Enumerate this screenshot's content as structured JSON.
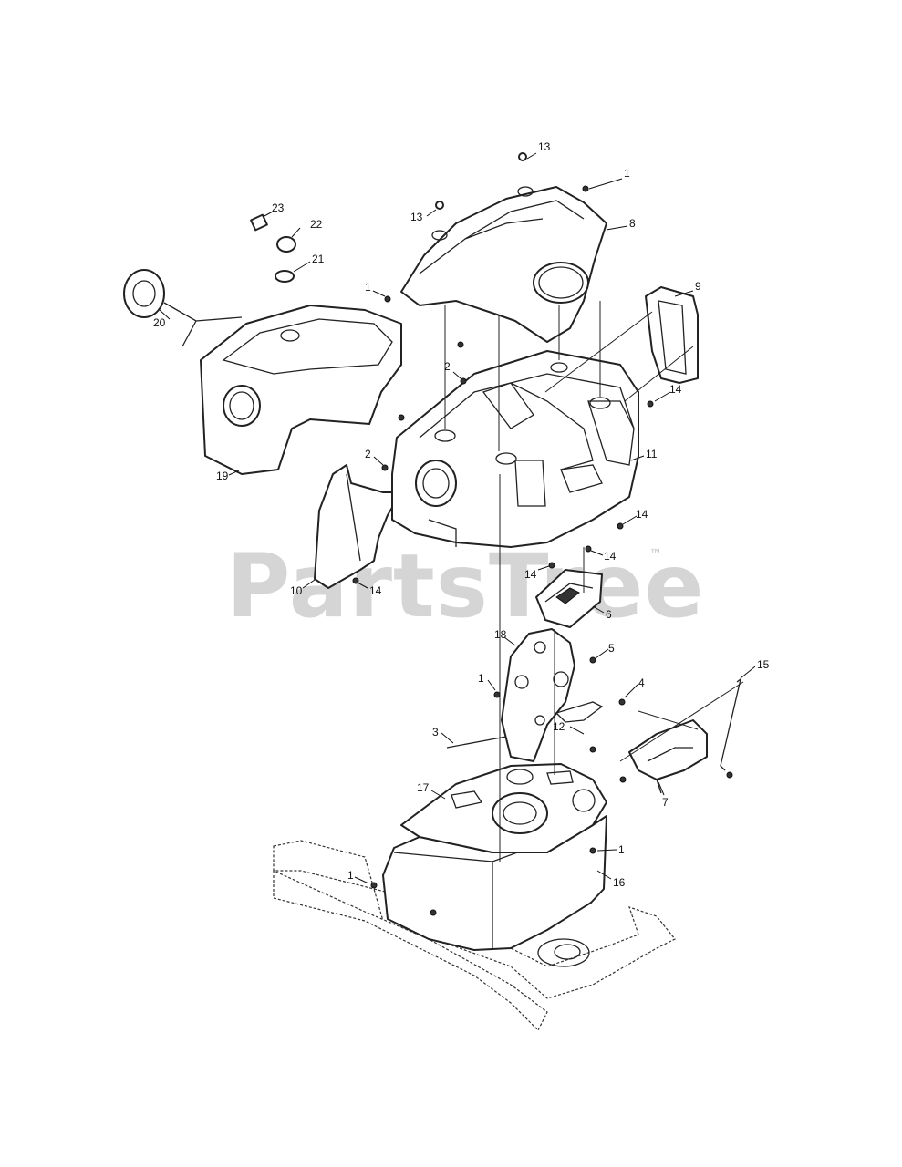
{
  "watermark": {
    "text": "PartsTree",
    "trademark": "™"
  },
  "callouts": [
    {
      "id": "c-13a",
      "label": "13"
    },
    {
      "id": "c-13b",
      "label": "13"
    },
    {
      "id": "c-1a",
      "label": "1"
    },
    {
      "id": "c-8",
      "label": "8"
    },
    {
      "id": "c-23",
      "label": "23"
    },
    {
      "id": "c-22",
      "label": "22"
    },
    {
      "id": "c-21",
      "label": "21"
    },
    {
      "id": "c-1b",
      "label": "1"
    },
    {
      "id": "c-9",
      "label": "9"
    },
    {
      "id": "c-20",
      "label": "20"
    },
    {
      "id": "c-2a",
      "label": "2"
    },
    {
      "id": "c-14a",
      "label": "14"
    },
    {
      "id": "c-2b",
      "label": "2"
    },
    {
      "id": "c-11",
      "label": "11"
    },
    {
      "id": "c-19",
      "label": "19"
    },
    {
      "id": "c-14b",
      "label": "14"
    },
    {
      "id": "c-14c",
      "label": "14"
    },
    {
      "id": "c-14d",
      "label": "14"
    },
    {
      "id": "c-10",
      "label": "10"
    },
    {
      "id": "c-14e",
      "label": "14"
    },
    {
      "id": "c-6",
      "label": "6"
    },
    {
      "id": "c-18",
      "label": "18"
    },
    {
      "id": "c-5",
      "label": "5"
    },
    {
      "id": "c-15",
      "label": "15"
    },
    {
      "id": "c-1c",
      "label": "1"
    },
    {
      "id": "c-4",
      "label": "4"
    },
    {
      "id": "c-3",
      "label": "3"
    },
    {
      "id": "c-12",
      "label": "12"
    },
    {
      "id": "c-17",
      "label": "17"
    },
    {
      "id": "c-7",
      "label": "7"
    },
    {
      "id": "c-1d",
      "label": "1"
    },
    {
      "id": "c-1e",
      "label": "1"
    },
    {
      "id": "c-16",
      "label": "16"
    }
  ]
}
